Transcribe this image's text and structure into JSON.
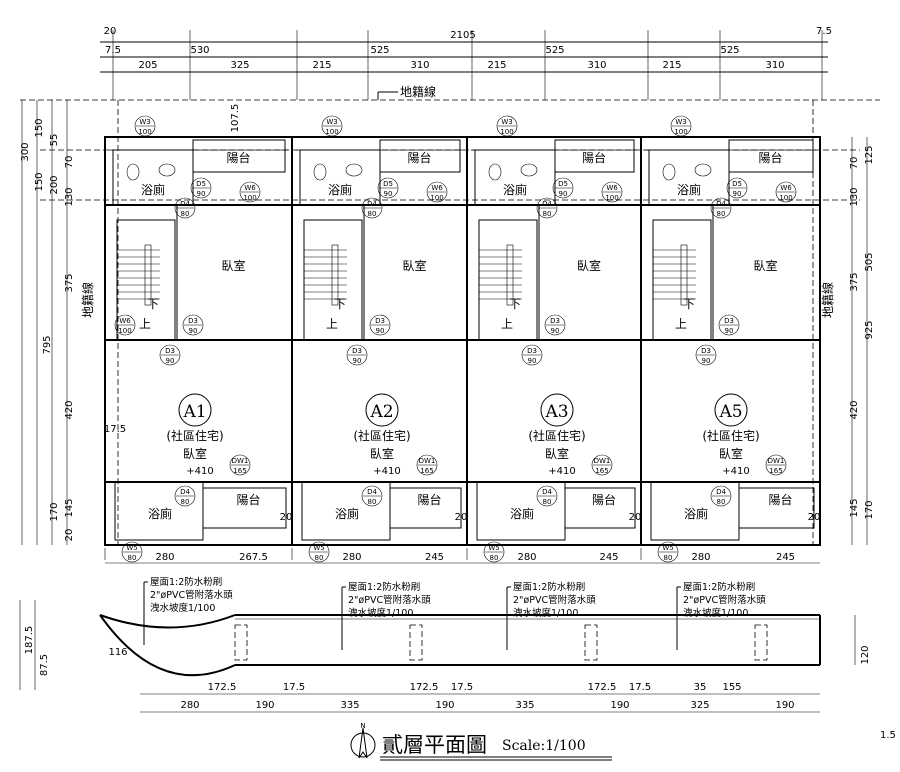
{
  "drawing": {
    "title": "貳層平面圖",
    "scale": "Scale:1/100",
    "sheet_mark": "1.5",
    "north_label": "N",
    "cadastral_line": "地籍線"
  },
  "top_dims": {
    "overall": "2105",
    "left_offset": "20",
    "right_offset": "7.5",
    "row2": [
      "7.5",
      "530",
      "525",
      "525",
      "525"
    ],
    "row3": [
      "205",
      "325",
      "215",
      "310",
      "215",
      "310",
      "215",
      "310"
    ]
  },
  "left_dims": [
    "150",
    "300",
    "150",
    "55",
    "200",
    "70",
    "130",
    "375",
    "795",
    "420",
    "170",
    "145",
    "20",
    "107.5",
    "17.5"
  ],
  "right_dims": [
    "125",
    "70",
    "130",
    "505",
    "375",
    "925",
    "420",
    "145",
    "170"
  ],
  "rooms": {
    "balcony": "陽台",
    "bathroom": "浴廁",
    "bedroom": "臥室",
    "stair_up": "上",
    "stair_down": "下",
    "community_housing": "(社區住宅)",
    "elevation": "+410"
  },
  "units": [
    {
      "id": "A1",
      "bottom_dims": [
        "280",
        "267.5"
      ]
    },
    {
      "id": "A2",
      "bottom_dims": [
        "280",
        "245"
      ]
    },
    {
      "id": "A3",
      "bottom_dims": [
        "280",
        "245"
      ]
    },
    {
      "id": "A5",
      "bottom_dims": [
        "280",
        "245"
      ]
    }
  ],
  "openings": {
    "w3": [
      "W3",
      "100"
    ],
    "d5": [
      "D5",
      "90"
    ],
    "w6": [
      "W6",
      "100"
    ],
    "d4": [
      "D4",
      "80"
    ],
    "d3": [
      "D3",
      "90"
    ],
    "dw1": [
      "DW1",
      "165"
    ],
    "w5": [
      "W5",
      "80"
    ]
  },
  "wall_gap_label": "20",
  "roof_note": [
    "屋面1:2防水粉刷",
    "2\"øPVC管附落水頭",
    "洩水坡度1/100"
  ],
  "section_dims": {
    "left": [
      "187.5",
      "87.5",
      "116"
    ],
    "right": "120",
    "row1": [
      "172.5",
      "17.5",
      "172.5",
      "17.5",
      "172.5",
      "17.5",
      "35",
      "155"
    ],
    "row2": [
      "280",
      "190",
      "335",
      "190",
      "335",
      "190",
      "325",
      "190"
    ]
  }
}
